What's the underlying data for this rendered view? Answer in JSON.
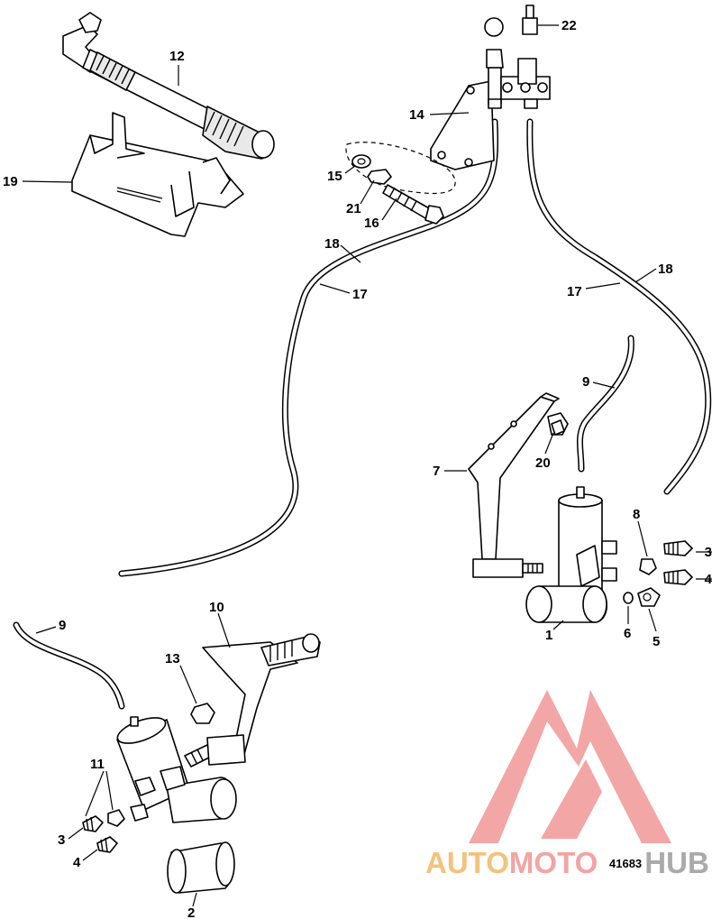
{
  "diagram_id": "41683",
  "watermark": {
    "part1": "AUTO",
    "part2": "MOTO",
    "part3": "HUB",
    "color_part1": "#f4c27a",
    "color_part2": "#f4a3a3",
    "color_part3": "#aaaaaa",
    "logo_color": "#f29c9c"
  },
  "callouts": [
    {
      "key": "c22",
      "text": "22"
    },
    {
      "key": "c12",
      "text": "12"
    },
    {
      "key": "c14",
      "text": "14"
    },
    {
      "key": "c19",
      "text": "19"
    },
    {
      "key": "c15",
      "text": "15"
    },
    {
      "key": "c21",
      "text": "21"
    },
    {
      "key": "c16",
      "text": "16"
    },
    {
      "key": "c18a",
      "text": "18"
    },
    {
      "key": "c17a",
      "text": "17"
    },
    {
      "key": "c18b",
      "text": "18"
    },
    {
      "key": "c17b",
      "text": "17"
    },
    {
      "key": "c9a",
      "text": "9"
    },
    {
      "key": "c20",
      "text": "20"
    },
    {
      "key": "c7",
      "text": "7"
    },
    {
      "key": "c8",
      "text": "8"
    },
    {
      "key": "c3a",
      "text": "3"
    },
    {
      "key": "c4a",
      "text": "4"
    },
    {
      "key": "c1",
      "text": "1"
    },
    {
      "key": "c6",
      "text": "6"
    },
    {
      "key": "c5",
      "text": "5"
    },
    {
      "key": "c10",
      "text": "10"
    },
    {
      "key": "c9b",
      "text": "9"
    },
    {
      "key": "c13",
      "text": "13"
    },
    {
      "key": "c11",
      "text": "11"
    },
    {
      "key": "c3b",
      "text": "3"
    },
    {
      "key": "c4b",
      "text": "4"
    },
    {
      "key": "c2",
      "text": "2"
    }
  ]
}
